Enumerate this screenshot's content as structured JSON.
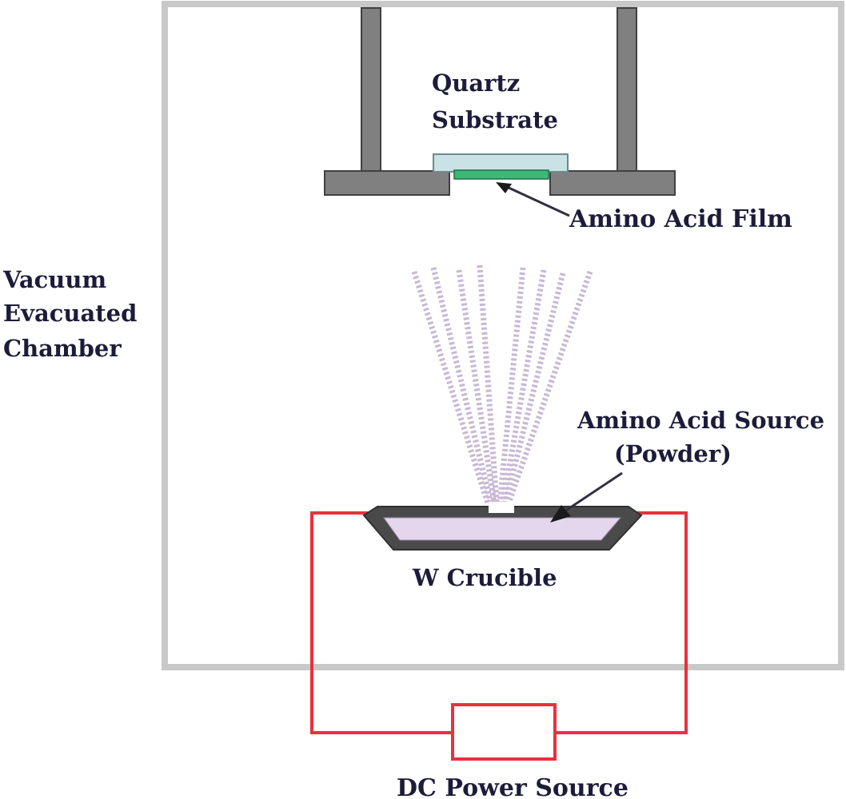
{
  "labels": {
    "substrate_line1": "Quartz",
    "substrate_line2": "Substrate",
    "film": "Amino Acid Film",
    "chamber_line1": "Vacuum",
    "chamber_line2": "Evacuated",
    "chamber_line3": "Chamber",
    "source_line1": "Amino Acid Source",
    "source_line2": "(Powder)",
    "crucible": "W Crucible",
    "power": "DC Power Source"
  },
  "colors": {
    "chamber_wall": "#c8c8c8",
    "holder": "#808080",
    "substrate": "#c8e2e6",
    "film": "#3cb878",
    "circuit": "#e8323c",
    "vapor": "#c9b8d4",
    "powder": "#e4d6ec",
    "text": "#1c1c3a"
  }
}
